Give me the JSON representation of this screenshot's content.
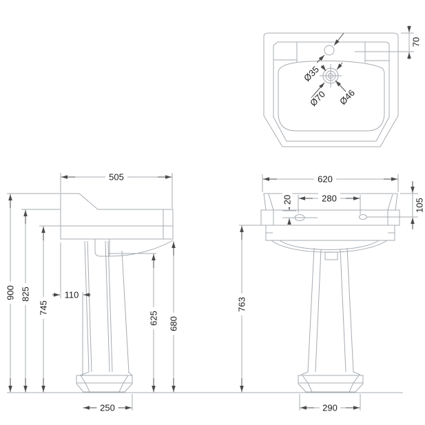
{
  "dims": {
    "top": {
      "ledge_depth": "70",
      "tap_hole": "Ø35",
      "waste_outer": "Ø70",
      "waste_inner": "Ø46"
    },
    "side": {
      "depth": "505",
      "height_total": "900",
      "height_rim_top": "825",
      "height_rim_bottom": "745",
      "wall_gap": "110",
      "height_bowl_underside": "625",
      "height_basin_underside": "680",
      "base_depth": "250"
    },
    "front": {
      "width": "620",
      "tap_centres": "280",
      "tap_offset": "20",
      "rim_depth": "105",
      "height_to_underside": "763",
      "base_width": "290"
    }
  }
}
